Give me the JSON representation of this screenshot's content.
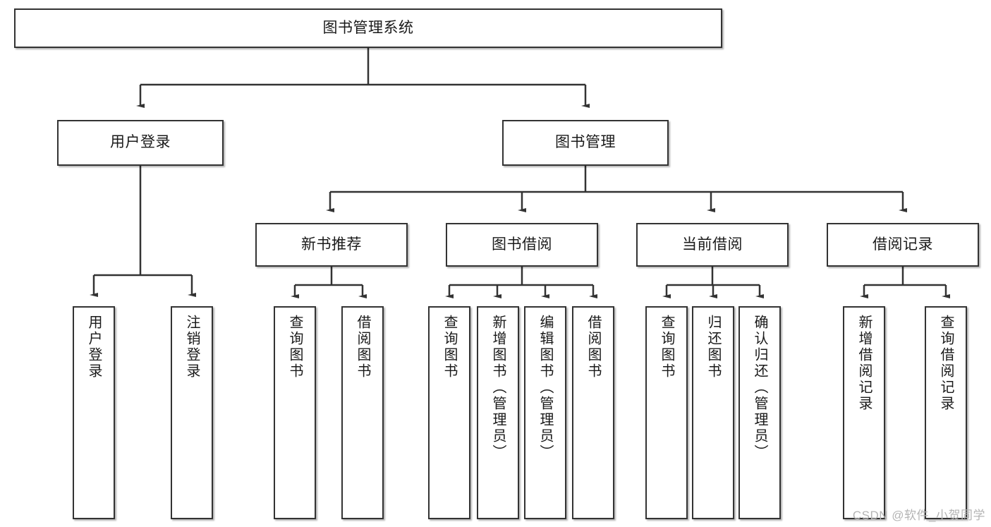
{
  "diagram": {
    "title": "图书管理系统",
    "type": "tree",
    "watermark": "CSDN @软件_小贺同学",
    "colors": {
      "box_border": "#333333",
      "box_fill": "#ffffff",
      "connector": "#333333",
      "text": "#1a1a1a",
      "watermark": "#b4b4b4"
    },
    "levels": {
      "root": {
        "label": "图书管理系统"
      },
      "level2": [
        {
          "id": "user-login",
          "label": "用户登录"
        },
        {
          "id": "book-management",
          "label": "图书管理"
        }
      ],
      "level3": [
        {
          "id": "new-book-recommend",
          "label": "新书推荐",
          "parent": "book-management"
        },
        {
          "id": "book-borrow",
          "label": "图书借阅",
          "parent": "book-management"
        },
        {
          "id": "current-borrow",
          "label": "当前借阅",
          "parent": "book-management"
        },
        {
          "id": "borrow-record",
          "label": "借阅记录",
          "parent": "book-management"
        }
      ],
      "leaves": [
        {
          "id": "leaf-user-login",
          "label": "用户登录",
          "parent": "user-login"
        },
        {
          "id": "leaf-user-logout",
          "label": "注销登录",
          "parent": "user-login"
        },
        {
          "id": "leaf-query-book-1",
          "label": "查询图书",
          "parent": "new-book-recommend"
        },
        {
          "id": "leaf-borrow-book-1",
          "label": "借阅图书",
          "parent": "new-book-recommend"
        },
        {
          "id": "leaf-query-book-2",
          "label": "查询图书",
          "parent": "book-borrow"
        },
        {
          "id": "leaf-add-book",
          "label": "新增图书（管理员）",
          "parent": "book-borrow"
        },
        {
          "id": "leaf-edit-book",
          "label": "编辑图书（管理员）",
          "parent": "book-borrow"
        },
        {
          "id": "leaf-borrow-book-2",
          "label": "借阅图书",
          "parent": "book-borrow"
        },
        {
          "id": "leaf-query-book-3",
          "label": "查询图书",
          "parent": "current-borrow"
        },
        {
          "id": "leaf-return-book",
          "label": "归还图书",
          "parent": "current-borrow"
        },
        {
          "id": "leaf-confirm-return",
          "label": "确认归还（管理员）",
          "parent": "current-borrow"
        },
        {
          "id": "leaf-add-borrow-record",
          "label": "新增借阅记录",
          "parent": "borrow-record"
        },
        {
          "id": "leaf-query-borrow-record",
          "label": "查询借阅记录",
          "parent": "borrow-record"
        }
      ]
    }
  }
}
